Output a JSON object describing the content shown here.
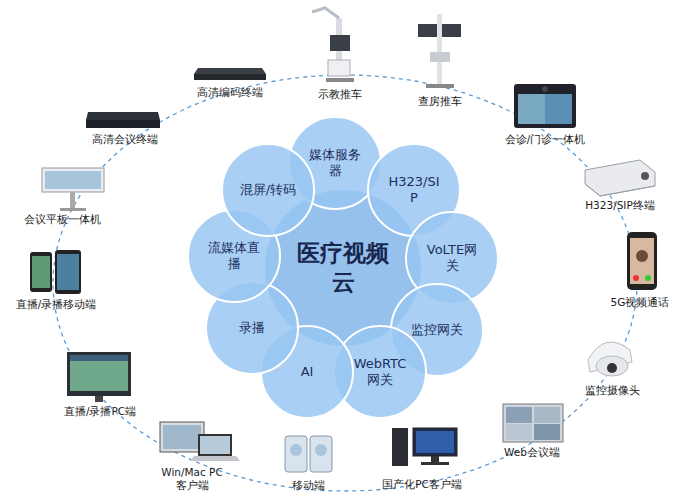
{
  "diagram": {
    "nodes": [
      {
        "text": [
          "医疗视频云"
        ]
      },
      {
        "text": [
          "媒体服务器"
        ]
      },
      {
        "text": [
          "H323/SIP"
        ]
      },
      {
        "text": [
          "VoLTE网关"
        ]
      },
      {
        "text": [
          "监控网关"
        ]
      },
      {
        "text": [
          "WebRTC 网关"
        ]
      },
      {
        "text": [
          "AI"
        ]
      },
      {
        "text": [
          "录播"
        ]
      },
      {
        "text": [
          "流媒体直播"
        ]
      },
      {
        "text": [
          "混屏/转码"
        ]
      }
    ],
    "labels": [
      "示教推车",
      "查房推车",
      "会诊/门诊一体机",
      "H323/SIP终端",
      "5G视频通话",
      "监控摄像头",
      "Web会议端",
      "国产化PC客户端",
      "移动端",
      "Win/Mac PC客户端",
      "直播/录播PC端",
      "直播/录播移动端",
      "会议平板一体机",
      "高清会议终端",
      "高清编码终端"
    ]
  }
}
